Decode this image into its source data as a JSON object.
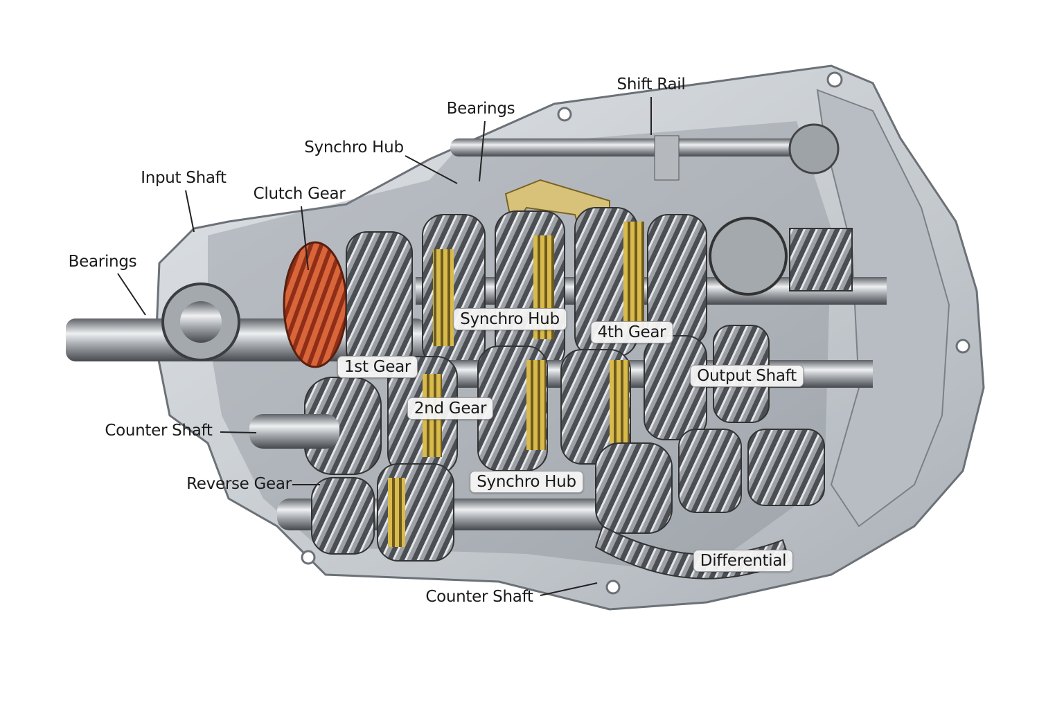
{
  "labels": {
    "shift_rail": "Shift Rail",
    "bearings_top": "Bearings",
    "synchro_hub_top": "Synchro Hub",
    "input_shaft": "Input Shaft",
    "clutch_gear": "Clutch Gear",
    "bearings_left": "Bearings",
    "synchro_hub_mid": "Synchro Hub",
    "fourth_gear": "4th Gear",
    "first_gear": "1st Gear",
    "output_shaft": "Output Shaft",
    "second_gear": "2nd Gear",
    "counter_shaft_left": "Counter Shaft",
    "reverse_gear": "Reverse Gear",
    "synchro_hub_low": "Synchro Hub",
    "differential": "Differential",
    "counter_shaft_bottom": "Counter Shaft"
  },
  "colors": {
    "housing": "#c9ced3",
    "steel": "#8c9096",
    "brass": "#c9a93c",
    "clutch_gear": "#c8502a"
  }
}
